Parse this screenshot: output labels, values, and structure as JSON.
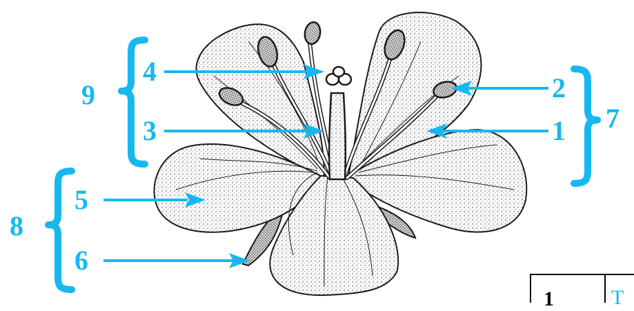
{
  "colors": {
    "accent": "#16b8ef",
    "ink": "#1a1a1a"
  },
  "labels": [
    "1",
    "2",
    "3",
    "4",
    "5",
    "6",
    "7",
    "8",
    "9"
  ],
  "table": {
    "row_number": "1",
    "cell_text": "T"
  }
}
